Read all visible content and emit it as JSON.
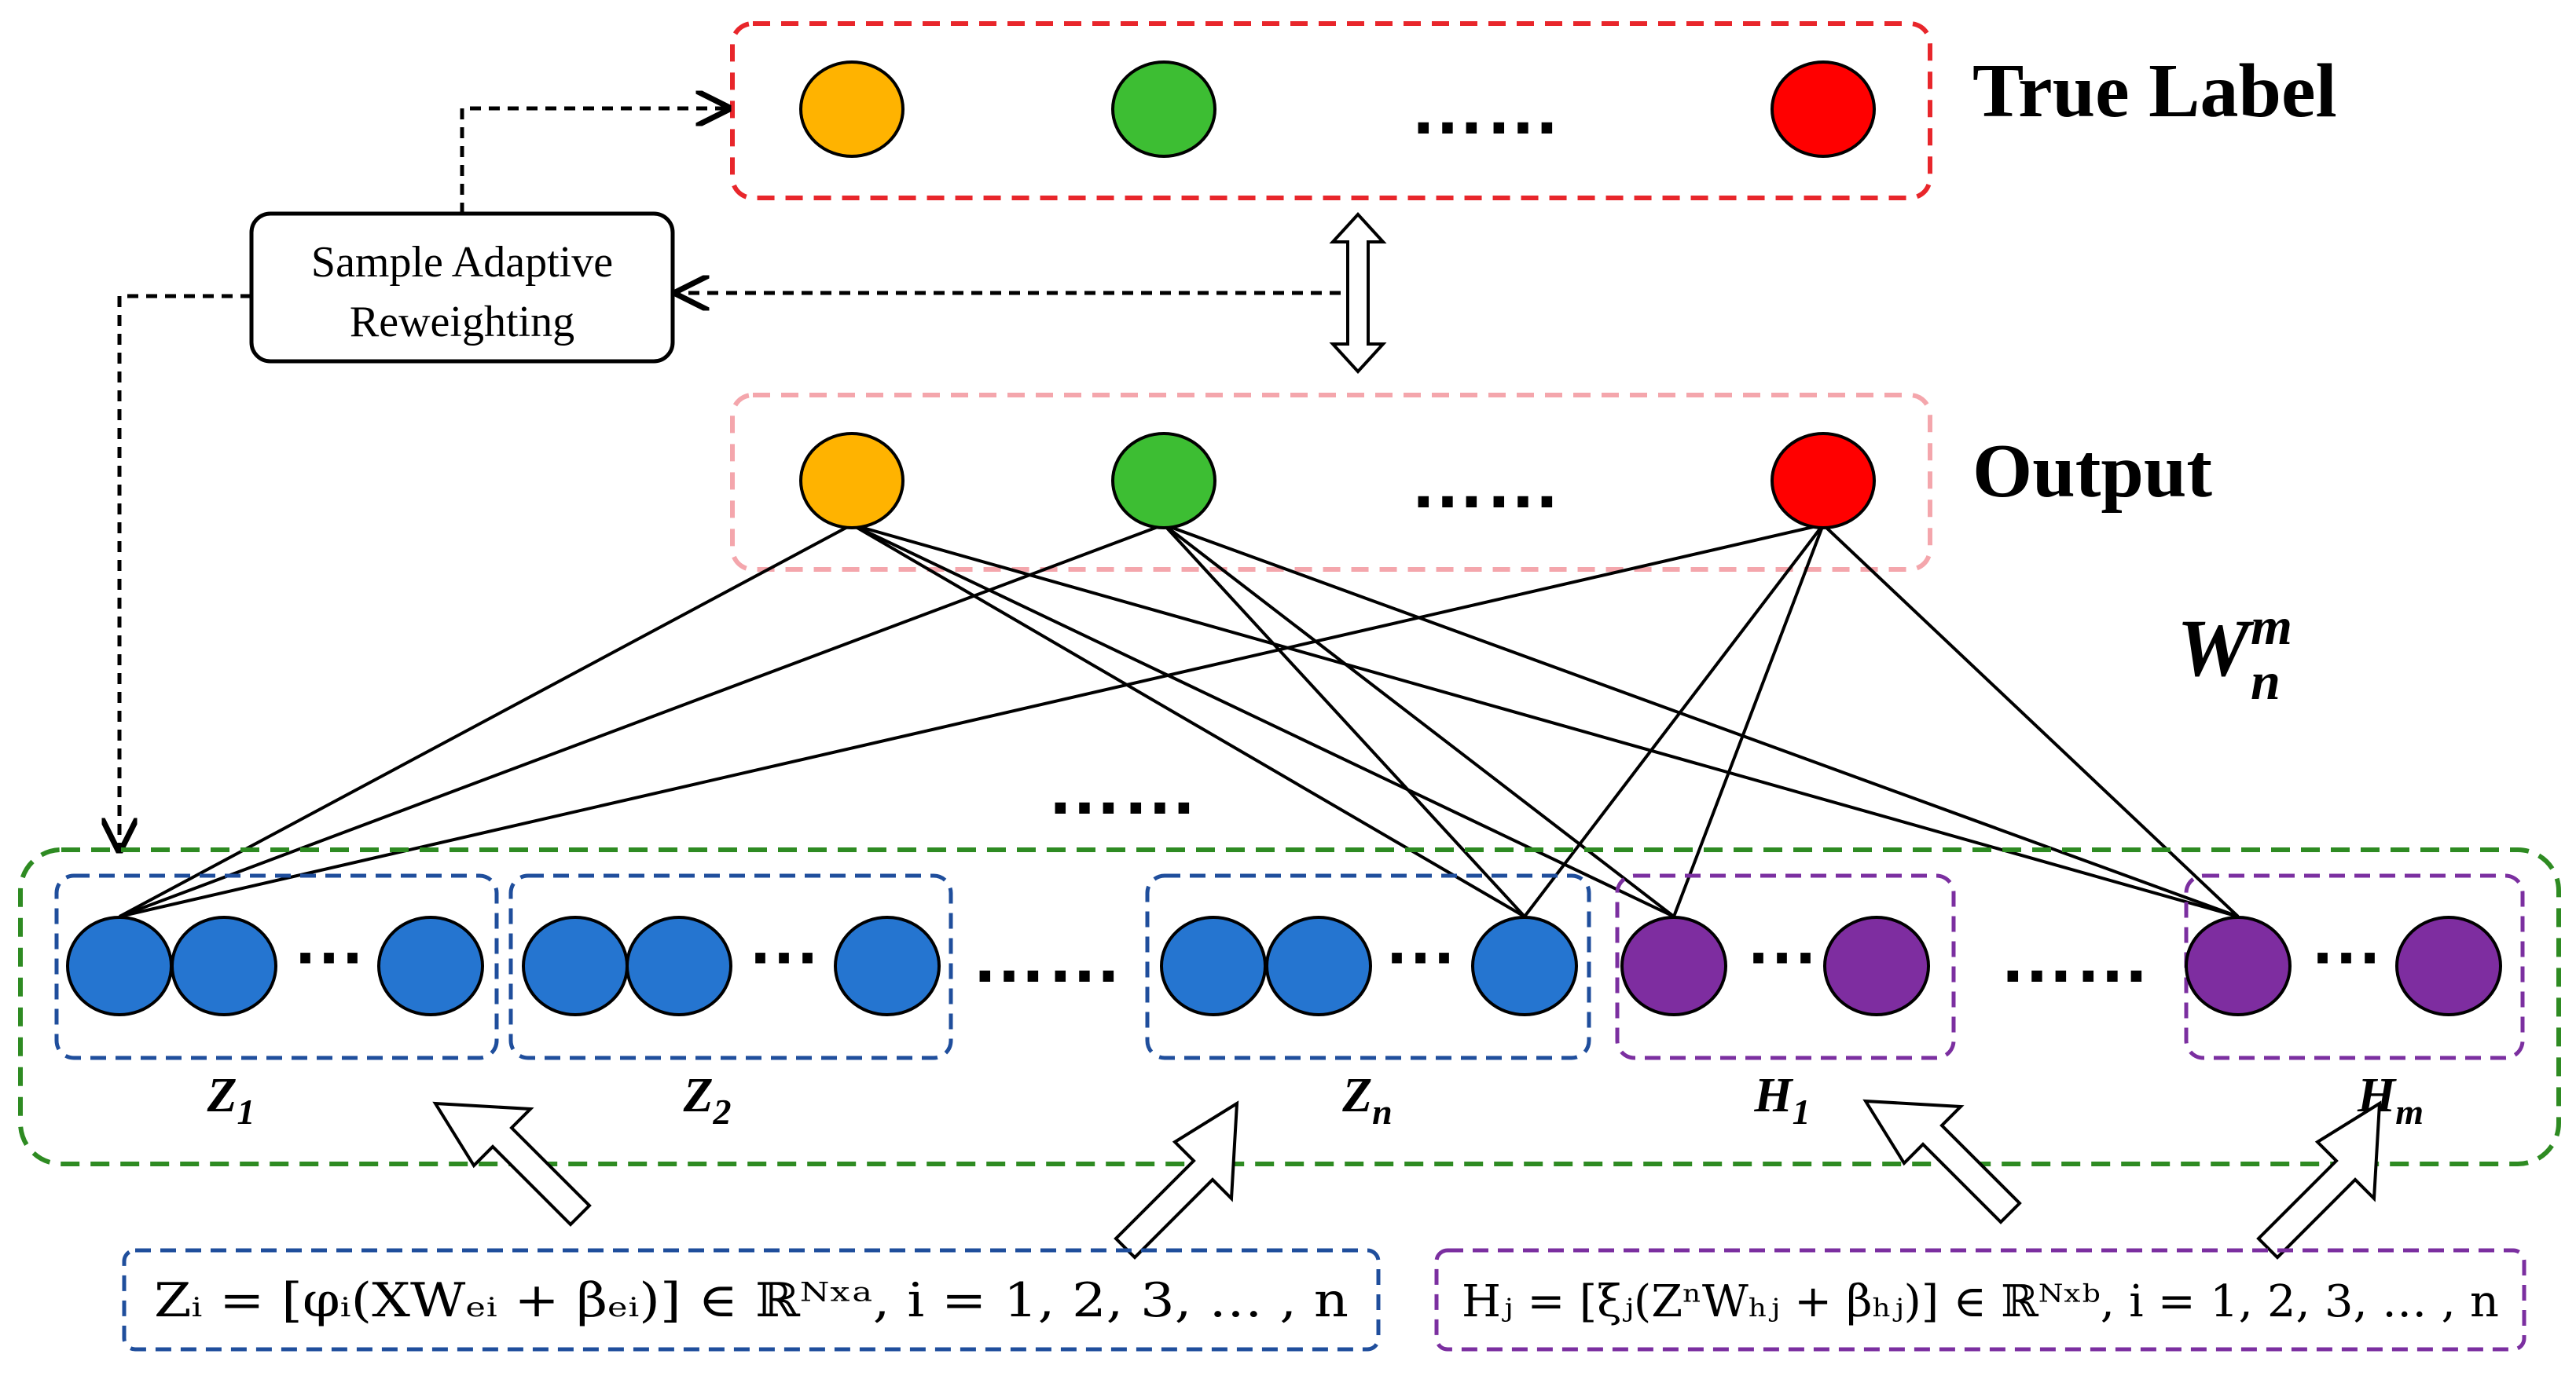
{
  "labels": {
    "true_label": "True Label",
    "output": "Output",
    "weights_base": "W",
    "weights_sup": "m",
    "weights_sub": "n",
    "reweighting_line1": "Sample Adaptive",
    "reweighting_line2": "Reweighting"
  },
  "ellipsis": {
    "wide": "……",
    "short": "···"
  },
  "groups": {
    "z1": {
      "base": "Z",
      "sub": "1"
    },
    "z2": {
      "base": "Z",
      "sub": "2"
    },
    "zn": {
      "base": "Z",
      "sub": "n"
    },
    "h1": {
      "base": "H",
      "sub": "1"
    },
    "hm": {
      "base": "H",
      "sub": "m"
    }
  },
  "formulas": {
    "z": "Zᵢ  =  [φᵢ(XWₑᵢ  +  βₑᵢ)]  ∈  ℝᴺˣᵃ,  i  =  1, 2, 3, … , n",
    "h": "Hⱼ  =  [ξⱼ(ZⁿWₕⱼ  +  βₕⱼ)] ∈  ℝᴺˣᵇ,  i  =  1, 2, 3, … , n"
  },
  "colors": {
    "class_a": "#FFB300",
    "class_b": "#3DBE33",
    "class_c": "#FF0000",
    "z_node": "#2575D0",
    "h_node": "#7E2DA0",
    "true_label_border": "#E8262B",
    "output_border": "#F4A6AC",
    "input_border": "#2E8B22",
    "z_border": "#1F4E9C",
    "h_border": "#7B2FA0"
  }
}
